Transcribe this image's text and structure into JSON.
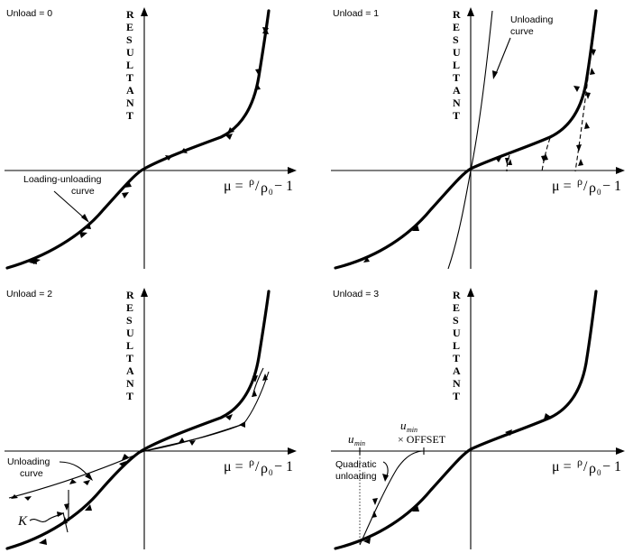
{
  "axis_label_y": "RESULTANT",
  "axis_label_x": "μ = ρ/ρ₀ − 1",
  "panels": [
    {
      "title": "Unload = 0",
      "callout": "Loading-unloading curve",
      "callout_line1": "Loading-unloading",
      "callout_line2": "curve"
    },
    {
      "title": "Unload = 1",
      "callout_line1": "Unloading",
      "callout_line2": "curve"
    },
    {
      "title": "Unload = 2",
      "callout_line1": "Unloading",
      "callout_line2": "curve",
      "k_label": "K"
    },
    {
      "title": "Unload = 3",
      "umin_label": "u",
      "umin_sub": "min",
      "offset_label": "× OFFSET",
      "callout_line1": "Quadratic",
      "callout_line2": "unloading"
    }
  ]
}
